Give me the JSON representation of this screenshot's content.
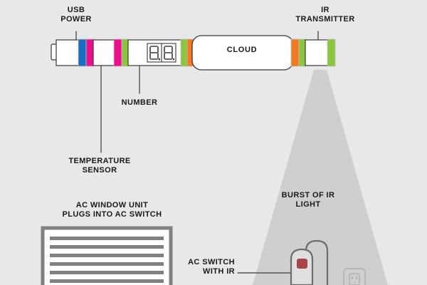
{
  "diagram": {
    "title_labels": {
      "usb_power": "USB\nPOWER",
      "ir_transmitter": "IR\nTRANSMITTER",
      "number": "NUMBER",
      "temperature_sensor": "TEMPERATURE\nSENSOR",
      "burst_of_ir_light": "BURST OF IR\nLIGHT",
      "ac_window_unit": "AC WINDOW UNIT\nPLUGS INTO AC SWITCH",
      "ac_switch_with_ir": "AC SWITCH\nWITH IR"
    },
    "cloud": {
      "label": "CLOUD"
    },
    "display": {
      "value": "8.8."
    },
    "colors": {
      "background": "#e8e8e8",
      "outline": "#3a3a3a",
      "blue": "#1b6ec2",
      "magenta": "#ec0f8c",
      "green": "#8cc63f",
      "orange": "#f47920",
      "beam": "#cfcfcf",
      "grille": "#808080",
      "switch_button": "#a8454b",
      "device_body": "#ffffff"
    },
    "segments": [
      {
        "name": "usb-connector",
        "color": "#ffffff"
      },
      {
        "name": "band-blue",
        "color": "#1b6ec2"
      },
      {
        "name": "band-magenta-1",
        "color": "#ec0f8c"
      },
      {
        "name": "sensor-body",
        "color": "#ffffff"
      },
      {
        "name": "band-magenta-2",
        "color": "#ec0f8c"
      },
      {
        "name": "band-green-1",
        "color": "#8cc63f"
      },
      {
        "name": "display-body",
        "color": "#ffffff"
      },
      {
        "name": "band-green-2",
        "color": "#8cc63f"
      },
      {
        "name": "band-orange-1",
        "color": "#f47920"
      },
      {
        "name": "cloud-body",
        "color": "#ffffff"
      },
      {
        "name": "band-orange-2",
        "color": "#f47920"
      },
      {
        "name": "band-green-3",
        "color": "#8cc63f"
      },
      {
        "name": "transmitter-body",
        "color": "#ffffff"
      },
      {
        "name": "band-green-4",
        "color": "#8cc63f"
      }
    ],
    "window_unit": {
      "slat_count": 7
    },
    "outlet": {
      "name": "wall-outlet"
    }
  }
}
